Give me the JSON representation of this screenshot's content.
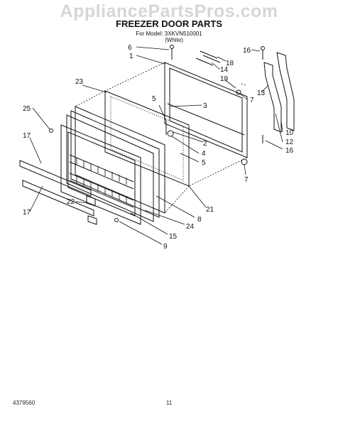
{
  "watermark": "AppliancePartsPros.com",
  "title": "FREEZER DOOR PARTS",
  "model_line": "For Model: 3XKVN510001",
  "variant": "(White)",
  "footer": {
    "doc_number": "4379560",
    "page": "11"
  },
  "callouts": [
    "6",
    "1",
    "16",
    "18",
    "14",
    "19",
    "23",
    "5",
    "7",
    "3",
    "13",
    "25",
    "2",
    "10",
    "12",
    "16",
    "4",
    "17",
    "5",
    "7",
    "21",
    "22",
    "8",
    "17",
    "24",
    "15",
    "9"
  ]
}
